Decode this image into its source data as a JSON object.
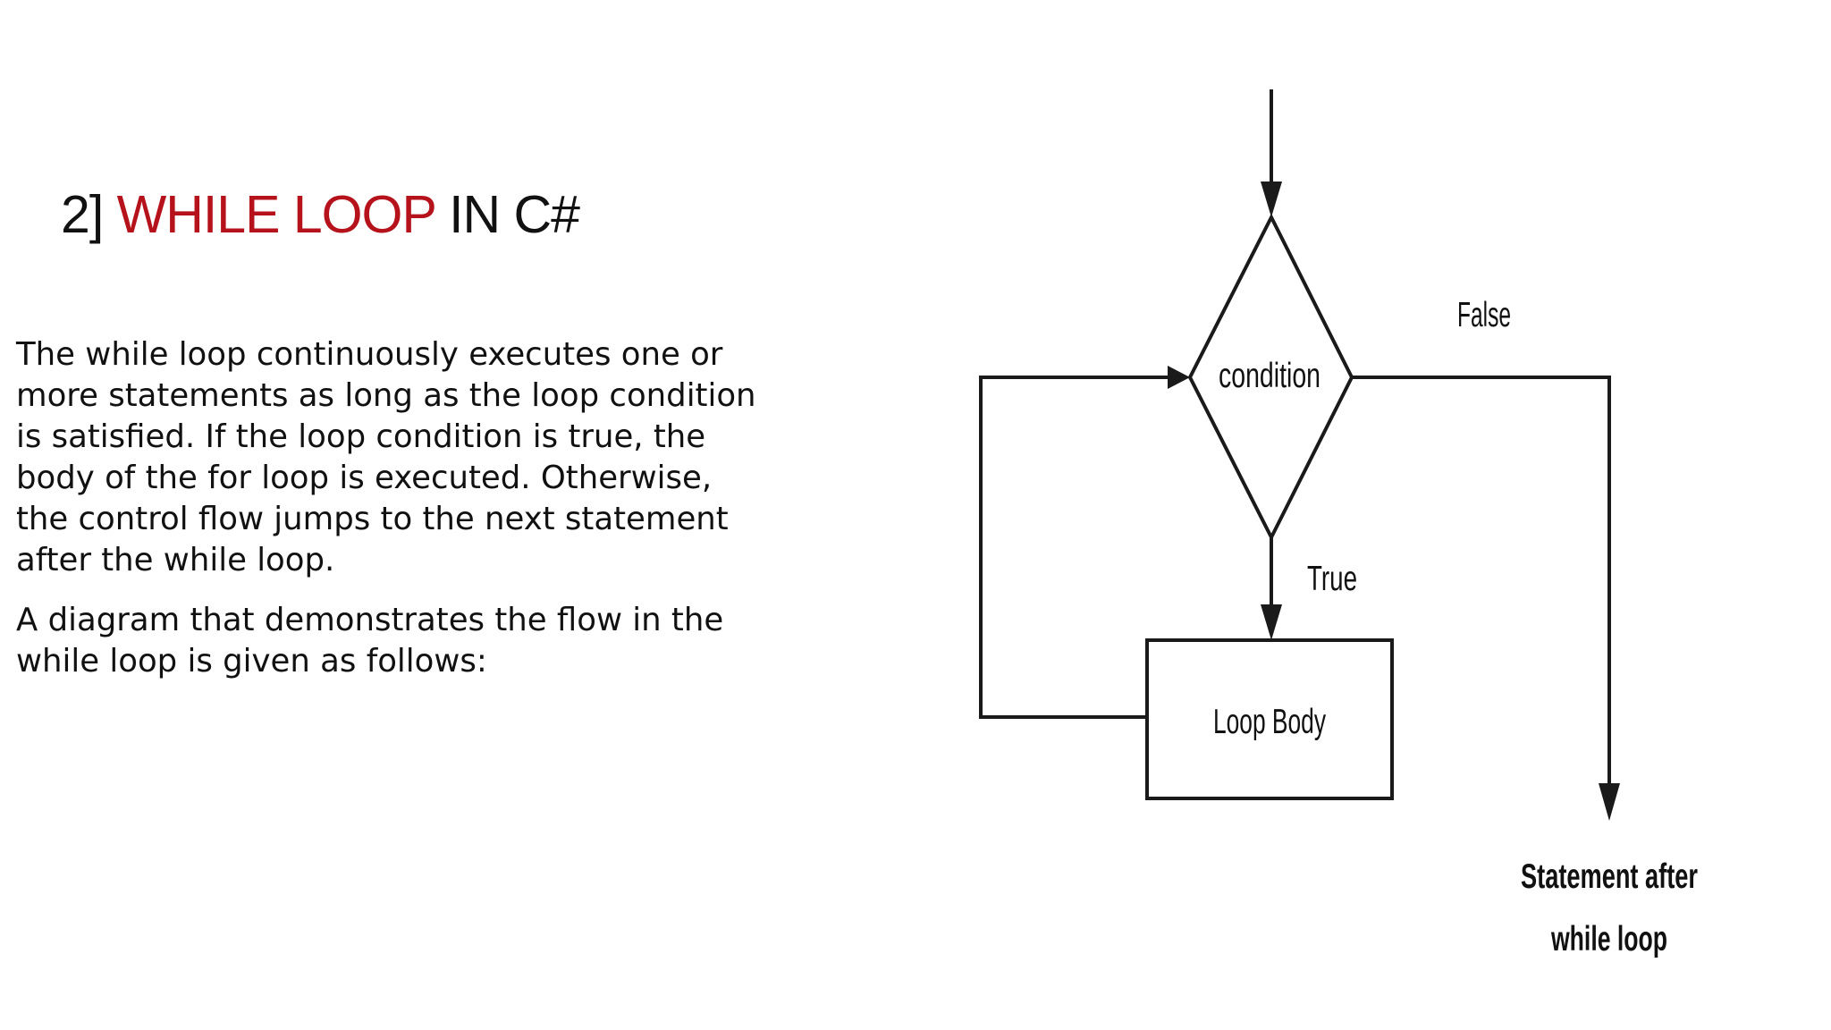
{
  "slide": {
    "title_prefix": "2] ",
    "title_highlight": "WHILE LOOP",
    "title_suffix": " IN C#",
    "colors": {
      "highlight": "#b5121b",
      "text": "#111111",
      "diagram": "#1a1a1a"
    }
  },
  "body": {
    "paragraph_1": "The while loop continuously executes one or more statements as long as the loop condition is satisfied. If the loop condition is true, the body of the for loop is executed. Otherwise, the control flow jumps to the next statement after the while loop.",
    "paragraph_2": "A diagram that demonstrates the flow in the while loop is given as follows:"
  },
  "diagram": {
    "condition_label": "condition",
    "false_label": "False",
    "true_label": "True",
    "loop_body_label": "Loop Body",
    "after_line_1": "Statement after",
    "after_line_2": "while loop"
  }
}
